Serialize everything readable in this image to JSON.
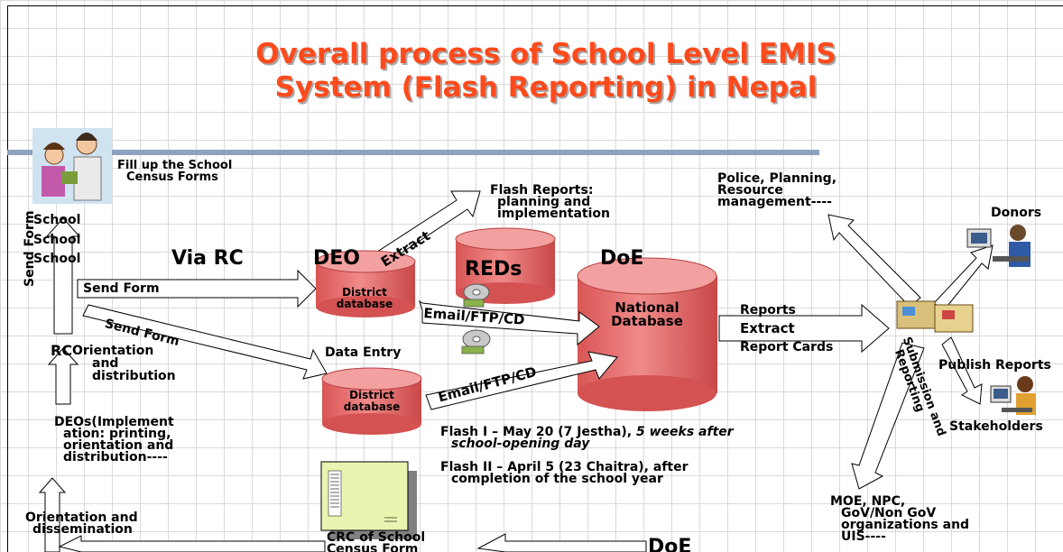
{
  "title_line1": "Overall process of School Level EMIS",
  "title_line2": "System (Flash Reporting) in Nepal",
  "fill_up_forms_1": "Fill  up  the  School",
  "fill_up_forms_2": "Census Forms",
  "school_labels": [
    "School",
    "School",
    "School"
  ],
  "via_rc": "Via RC",
  "deo": "DEO",
  "reds": "REDs",
  "doe_top": "DoE",
  "send_form_vertical": "Send Form",
  "send_form_1": "Send Form",
  "send_form_2": "Send Form",
  "extract_1": "Extract",
  "district_db_1": "District database",
  "district_db_2": "District database",
  "national_db": "National Database",
  "email_1": "Email/FTP/CD",
  "email_2": "Email/FTP/CD",
  "data_entry": "Data Entry",
  "rc": "RC",
  "orientation_dist_1": "Orientation",
  "orientation_dist_2": "and",
  "orientation_dist_3": "distribution",
  "flash_reports_1": "Flash Reports:",
  "flash_reports_2": "planning and",
  "flash_reports_3": "implementation",
  "police_1": "Police, Planning,",
  "police_2": "Resource",
  "police_3": "management----",
  "donors": "Donors",
  "reports": "Reports",
  "extract_2": "Extract",
  "report_cards": "Report Cards",
  "publish_reports": "Publish Reports",
  "submission_1": "Submission and",
  "submission_2": "Reporting",
  "stakeholders": "Stakeholders",
  "deos_1": "DEOs(Implement",
  "deos_2": "ation:    printing,",
  "deos_3": "orientation    and",
  "deos_4": "distribution----",
  "flash1_a": "Flash I – May 20  (7 Jestha), ",
  "flash1_b": "5 weeks after",
  "flash1_c": "school-opening day",
  "flash2_a": "Flash II – April 5 (23 Chaitra), after",
  "flash2_b": "completion of the school year",
  "moe_1": "MOE, NPC,",
  "moe_2": "GoV/Non GoV",
  "moe_3": "organizations and",
  "moe_4": "UIS----",
  "orient_diss_1": "Orientation         and",
  "orient_diss_2": "dissemination",
  "crc_1": "CRC of School",
  "crc_2": "Census Form",
  "doe_bottom": "DoE",
  "colors": {
    "title": "#ff4a1c",
    "cylinder": "#e76b6b",
    "accent_bar": "#8fa1c0"
  },
  "icons": [
    "teachers-clipart-icon",
    "computer-user-icon",
    "cd-icon",
    "book-icon",
    "document-icon",
    "phone-user-icon"
  ]
}
